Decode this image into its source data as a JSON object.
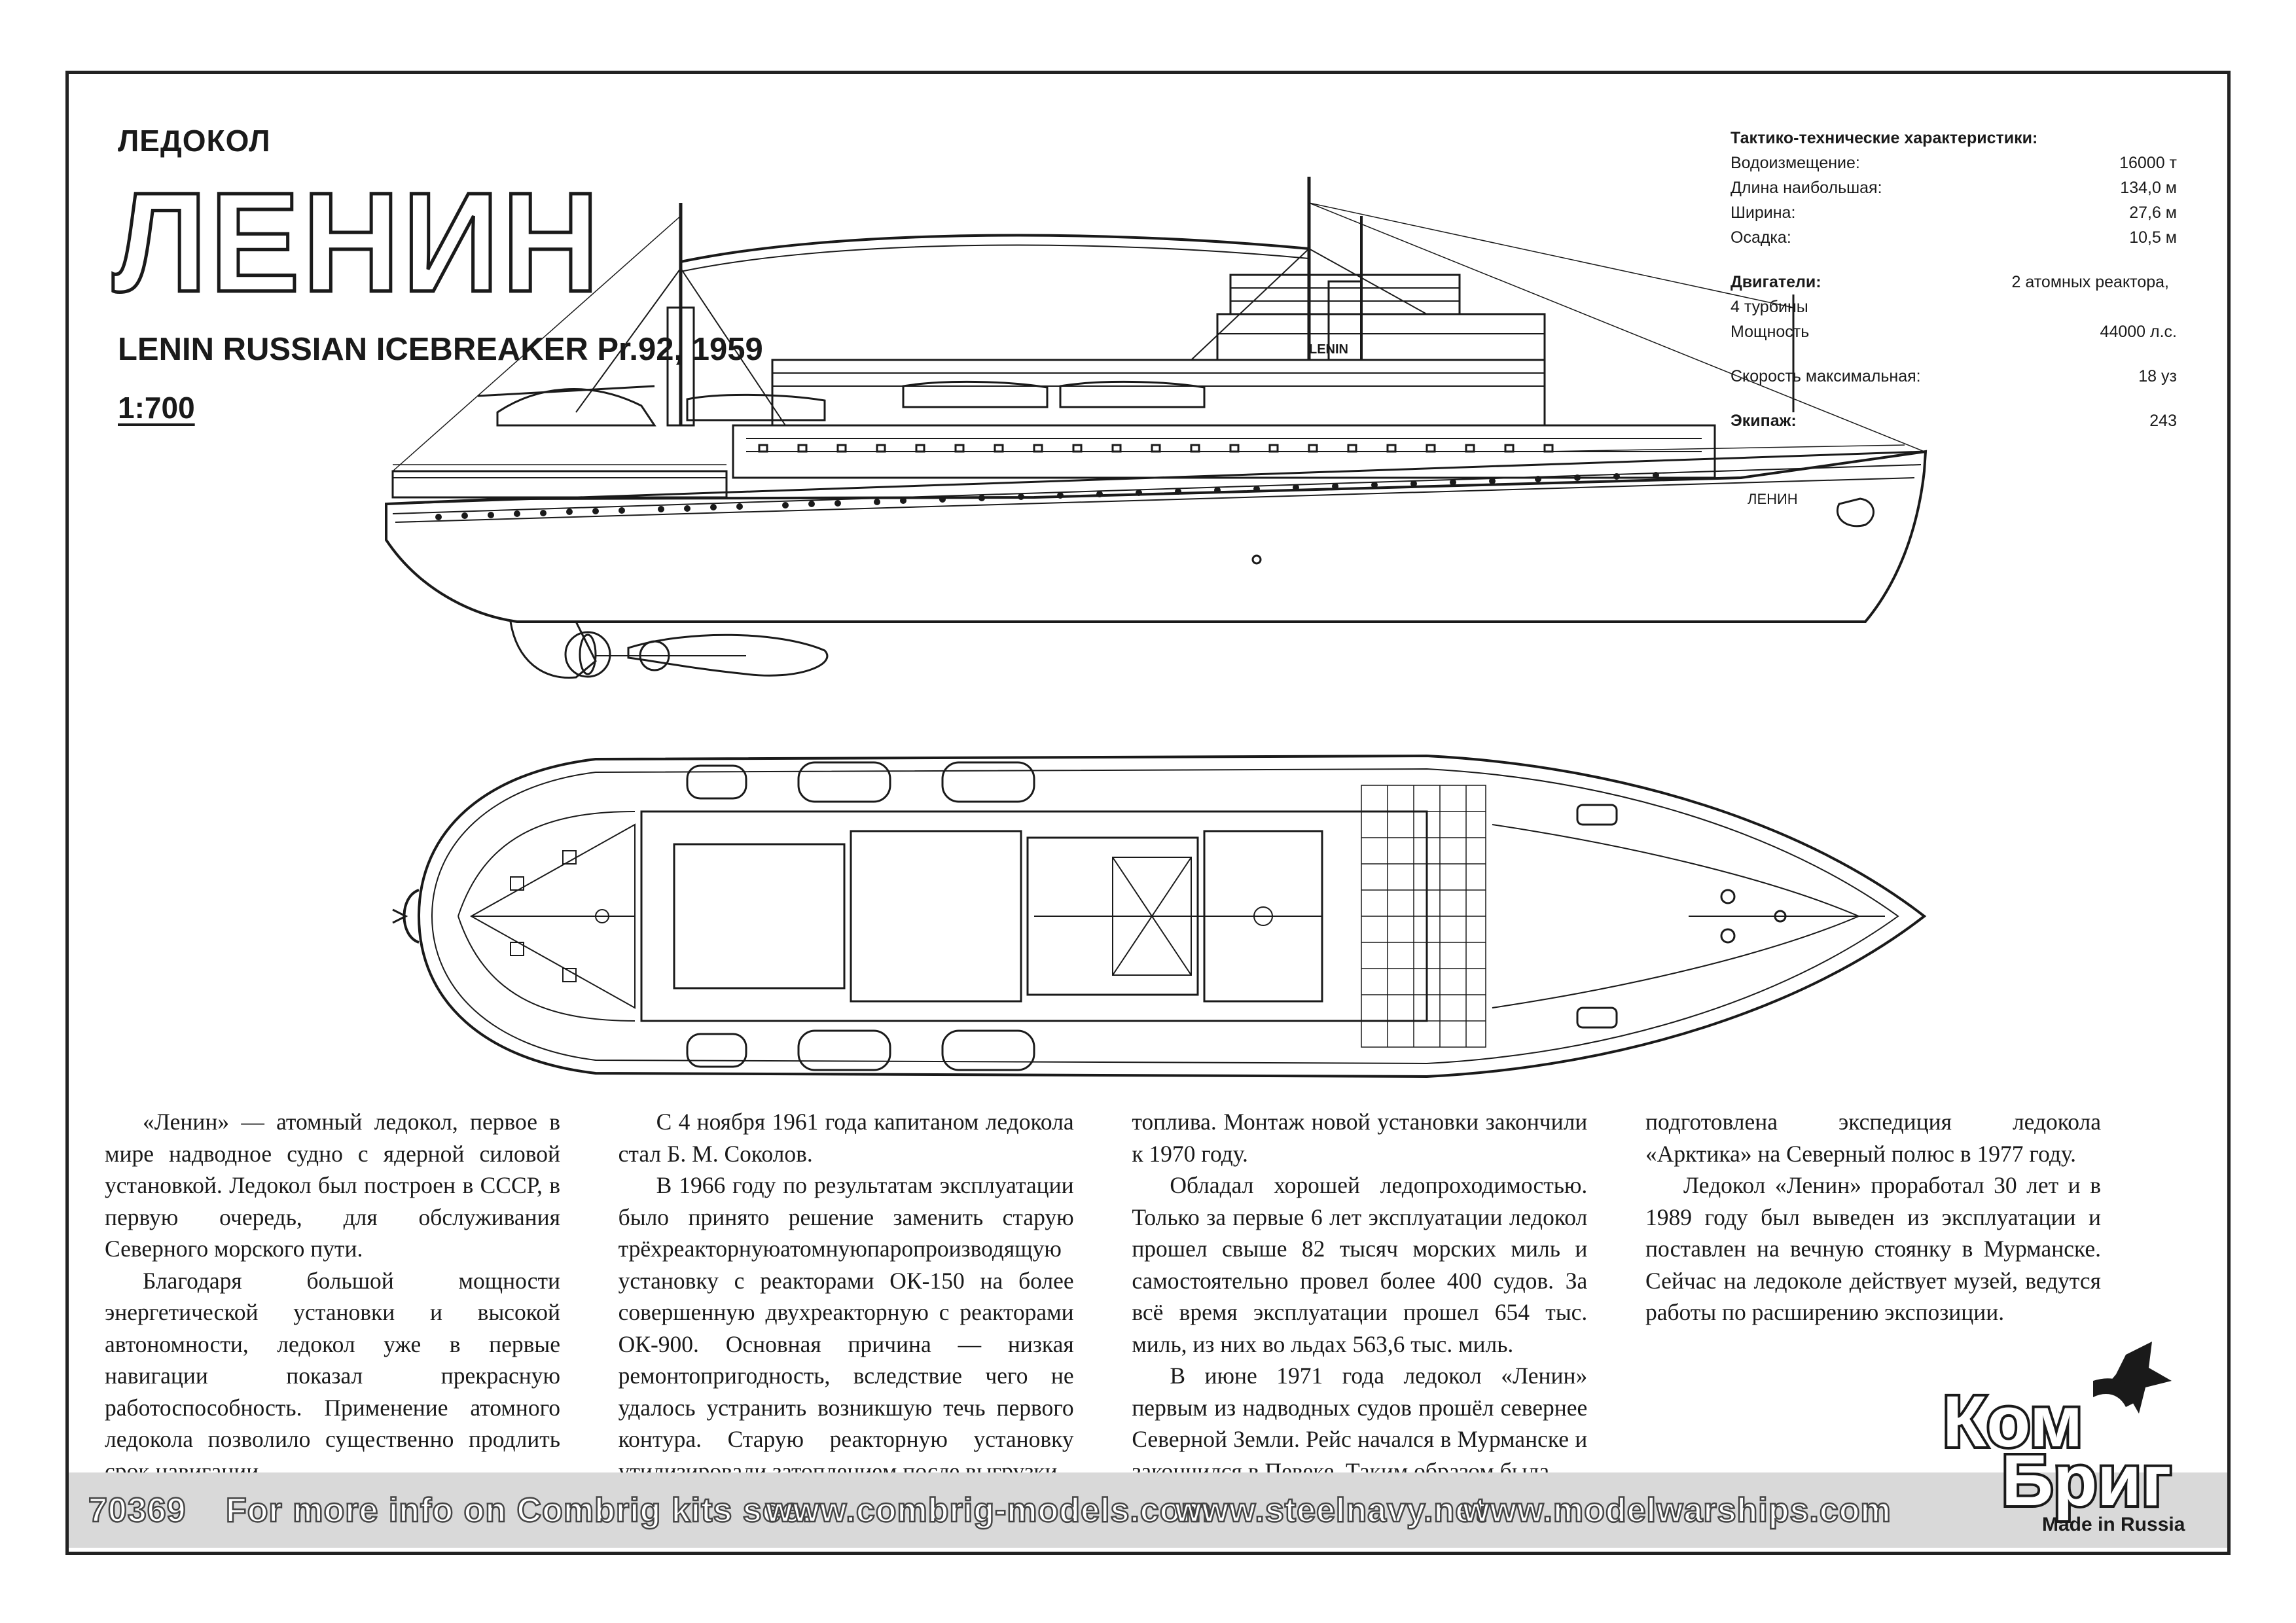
{
  "header": {
    "type_label": "ЛЕДОКОЛ",
    "ship_name": "ЛЕНИН",
    "subtitle": "LENIN RUSSIAN ICEBREAKER Pr.92, 1959",
    "scale": "1:700"
  },
  "specs": {
    "heading": "Тактико-технические характеристики:",
    "rows": [
      {
        "label": "Водоизмещение:",
        "value": "16000 т"
      },
      {
        "label": "Длина наибольшая:",
        "value": "134,0 м"
      },
      {
        "label": "Ширина:",
        "value": "27,6 м"
      },
      {
        "label": "Осадка:",
        "value": "10,5 м"
      }
    ],
    "engines_label": "Двигатели:",
    "engines_value": "2 атомных реактора,",
    "engines_value2": "4 турбины",
    "power_label": "Мощность",
    "power_value": "44000 л.с.",
    "speed_label": "Скорость максимальная:",
    "speed_value": "18 уз",
    "crew_label": "Экипаж:",
    "crew_value": "243"
  },
  "drawing": {
    "hull_name_side": "ЛЕНИН",
    "hull_name_superstructure": "LENIN"
  },
  "text": {
    "col1": [
      "«Ленин» — атомный ледокол, первое в мире надводное судно с ядерной силовой установкой. Ледокол был построен в СССР, в первую очередь, для обслуживания Северного морского пути.",
      "Благодаря большой мощности энергетической установки и высокой автономности, ледокол уже в первые навигации показал прекрасную работоспособность. Применение атомного ледокола позволило существенно продлить срок навигации."
    ],
    "col2": [
      "С 4 ноября 1961 года капитаном ледокола стал Б. М. Соколов.",
      "В 1966 году по результатам эксплуатации было принято решение заменить старую трёхреакторнуюатомнуюпаропроизводящую установку с реакторами ОК-150 на более совершенную двухреакторную с реакторами ОК-900. Основная причина — низкая ремонтопригодность, вследствие чего не удалось устранить возникшую течь первого контура. Старую реакторную установку утилизировали затоплением после выгрузки"
    ],
    "col3": [
      "топлива. Монтаж новой установки закончили к 1970 году.",
      "Обладал хорошей ледопроходимостью. Только за первые 6 лет эксплуатации ледокол прошел свыше 82 тысяч морских миль и самостоятельно провел более 400 судов. За всё время эксплуатации прошел 654 тыс. миль, из них во льдах 563,6 тыс. миль.",
      "В июне 1971 года ледокол «Ленин» первым из надводных судов прошёл севернее Северной Земли. Рейс начался в Мурманске и закончился в Певеке. Таким образом была"
    ],
    "col4": [
      "подготовлена экспедиция ледокола «Арктика» на Северный полюс в 1977 году.",
      "Ледокол «Ленин» проработал 30 лет и в 1989 году был выведен из эксплуатации и поставлен на вечную стоянку в Мурманске. Сейчас на ледоколе действует музей, ведутся работы по расширению экспозиции."
    ]
  },
  "footer": {
    "kit_number": "70369",
    "info": "For more info on Combrig kits see:",
    "link1": "www.combrig-models.com",
    "link2": "www.steelnavy.net",
    "link3": "www.modelwarships.com"
  },
  "logo": {
    "line1": "Ком",
    "line2": "Бриг",
    "made_in": "Made in Russia"
  }
}
